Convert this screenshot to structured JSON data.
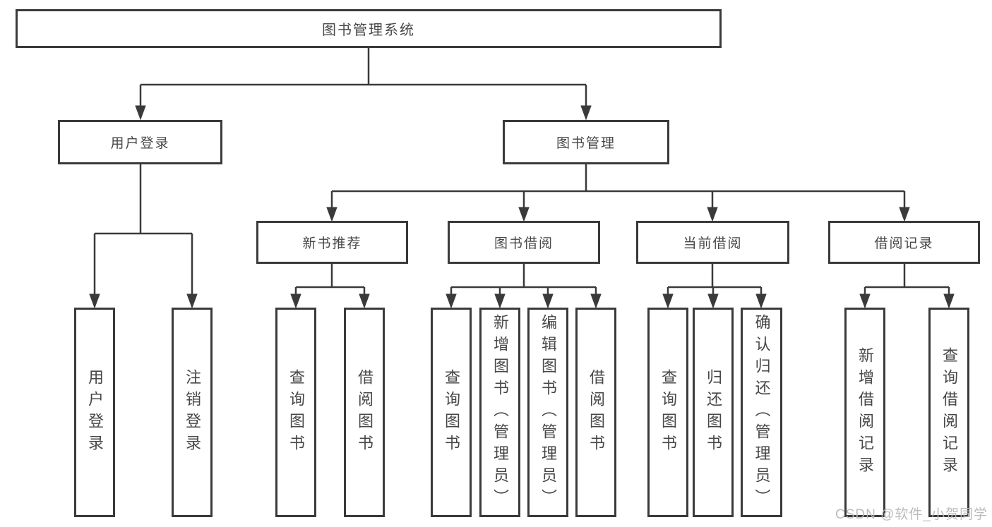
{
  "nodes": {
    "root": {
      "label": "图书管理系统"
    },
    "level2": [
      {
        "label": "用户登录"
      },
      {
        "label": "图书管理"
      }
    ],
    "level3": [
      {
        "label": "新书推荐"
      },
      {
        "label": "图书借阅"
      },
      {
        "label": "当前借阅"
      },
      {
        "label": "借阅记录"
      }
    ],
    "leaves": {
      "userLogin": [
        {
          "label": "用户登录"
        },
        {
          "label": "注销登录"
        }
      ],
      "newBookRecommend": [
        {
          "label": "查询图书"
        },
        {
          "label": "借阅图书"
        }
      ],
      "bookBorrowing": [
        {
          "label": "查询图书"
        },
        {
          "label": "新增图书（管理员）"
        },
        {
          "label": "编辑图书（管理员）"
        },
        {
          "label": "借阅图书"
        }
      ],
      "currentBorrowing": [
        {
          "label": "查询图书"
        },
        {
          "label": "归还图书"
        },
        {
          "label": "确认归还（管理员）"
        }
      ],
      "borrowRecords": [
        {
          "label": "新增借阅记录"
        },
        {
          "label": "查询借阅记录"
        }
      ]
    }
  },
  "watermark": {
    "text": "CSDN @软件_小贺同学"
  },
  "colors": {
    "line": "#3a3a3a",
    "text": "#474747",
    "background": "#ffffff",
    "watermark": "#b9b9b9"
  }
}
